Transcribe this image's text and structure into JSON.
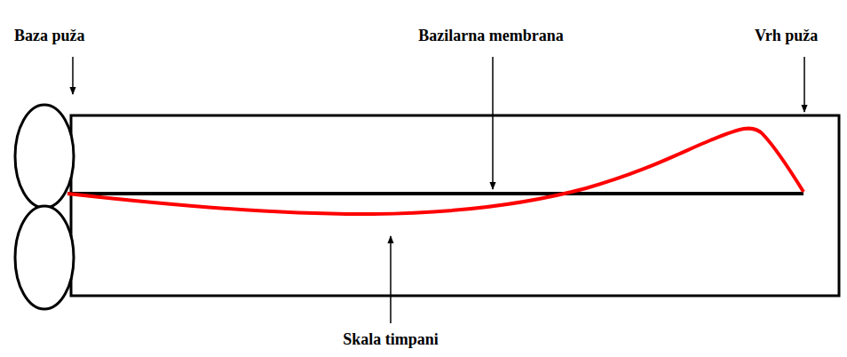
{
  "diagram": {
    "labels": [
      "Baza puža",
      "Bazilarna membrana",
      "Vrh puža",
      "Skala timpani"
    ]
  }
}
